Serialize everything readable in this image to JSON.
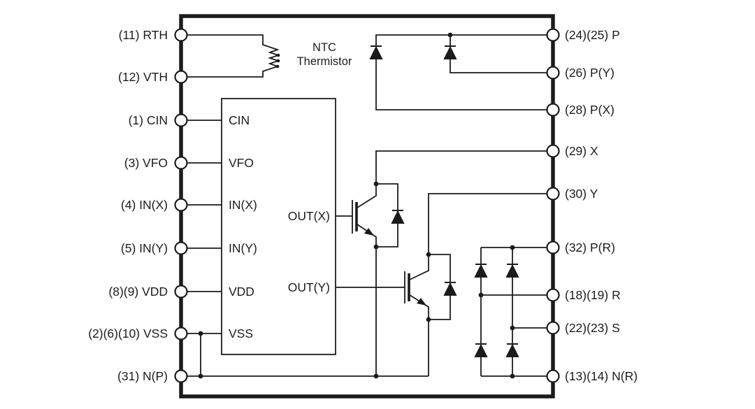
{
  "diagram": {
    "type": "circuit-block-diagram",
    "pins": {
      "left": [
        {
          "label": "(11) RTH"
        },
        {
          "label": "(12) VTH"
        },
        {
          "label": "(1) CIN"
        },
        {
          "label": "(3) VFO"
        },
        {
          "label": "(4) IN(X)"
        },
        {
          "label": "(5) IN(Y)"
        },
        {
          "label": "(8)(9) VDD"
        },
        {
          "label": "(2)(6)(10) VSS"
        },
        {
          "label": "(31) N(P)"
        }
      ],
      "right": [
        {
          "label": "(24)(25) P"
        },
        {
          "label": "(26) P(Y)"
        },
        {
          "label": "(28) P(X)"
        },
        {
          "label": "(29) X"
        },
        {
          "label": "(30) Y"
        },
        {
          "label": "(32) P(R)"
        },
        {
          "label": "(18)(19) R"
        },
        {
          "label": "(22)(23) S"
        },
        {
          "label": "(13)(14) N(R)"
        }
      ]
    },
    "control_block": {
      "inputs": [
        "CIN",
        "VFO",
        "IN(X)",
        "IN(Y)",
        "VDD",
        "VSS"
      ],
      "outputs": [
        "OUT(X)",
        "OUT(Y)"
      ]
    },
    "thermistor": {
      "line1": "NTC",
      "line2": "Thermistor"
    },
    "colors": {
      "line": "#1b1b1b",
      "background": "#ffffff"
    }
  }
}
